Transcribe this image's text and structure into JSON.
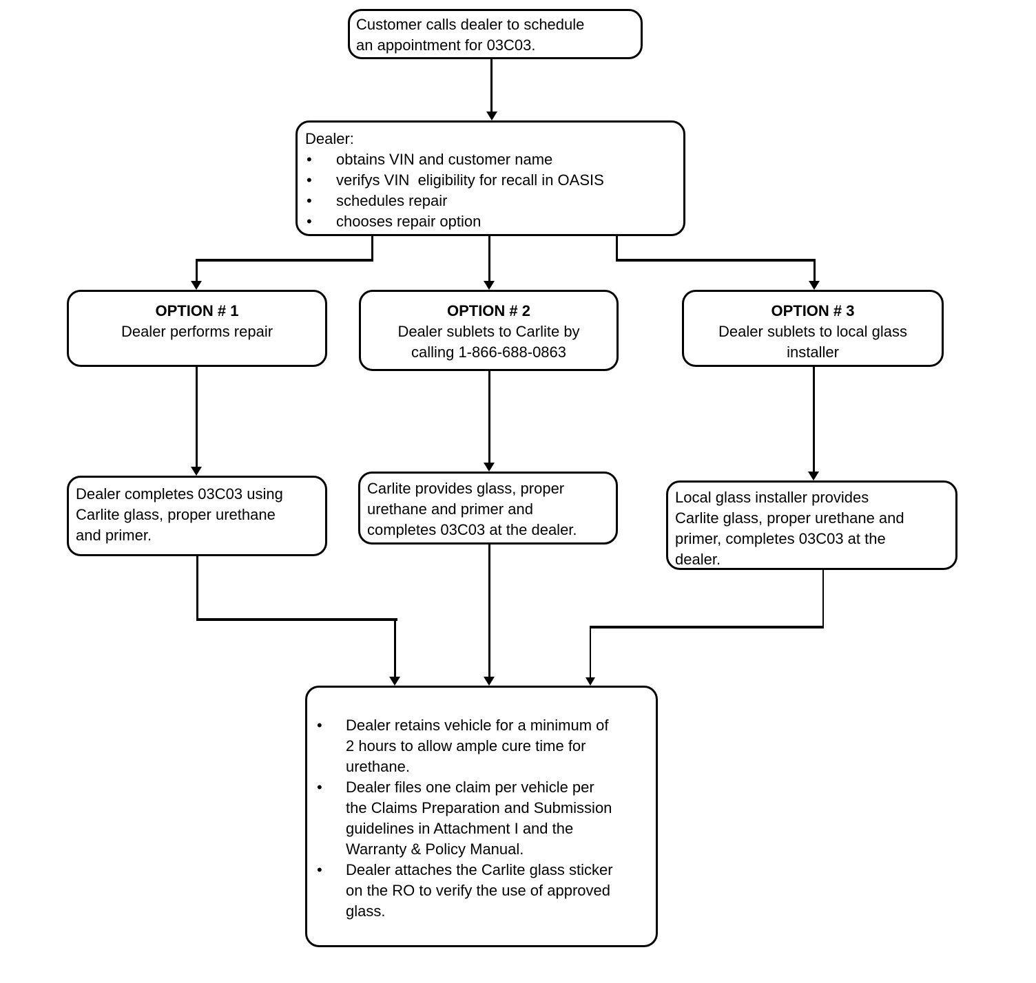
{
  "diagram": {
    "title_hint": "03C03 recall repair process flowchart",
    "colors": {
      "background": "#ffffff",
      "box_border": "#000000",
      "line": "#000000",
      "text": "#000000"
    },
    "nodes": {
      "start": {
        "text": "Customer calls dealer to schedule\nan appointment for 03C03."
      },
      "dealer": {
        "title": "Dealer:",
        "bullets": [
          "obtains VIN and customer name",
          "verifys VIN  eligibility for recall in OASIS",
          "schedules repair",
          "chooses repair option"
        ]
      },
      "option1": {
        "title": "OPTION # 1",
        "text": "Dealer performs repair"
      },
      "option2": {
        "title": "OPTION # 2",
        "text": "Dealer sublets to Carlite by\ncalling 1-866-688-0863"
      },
      "option3": {
        "title": "OPTION # 3",
        "text": "Dealer sublets to local glass\ninstaller"
      },
      "result1": {
        "text": "Dealer completes 03C03 using\nCarlite glass, proper urethane\nand primer."
      },
      "result2": {
        "text": "Carlite provides glass, proper\nurethane and primer and\ncompletes 03C03 at the dealer."
      },
      "result3": {
        "text": "Local glass installer provides\nCarlite glass, proper urethane and\nprimer, completes 03C03 at the\ndealer."
      },
      "final": {
        "bullets": [
          "Dealer retains vehicle for a minimum of\n2 hours to allow ample cure time for\nurethane.",
          "Dealer files one claim per vehicle per\nthe Claims Preparation and Submission\nguidelines in Attachment I and the\nWarranty & Policy Manual.",
          "Dealer attaches the Carlite glass sticker\non the RO to verify the use of approved\nglass."
        ]
      }
    },
    "edges": [
      {
        "from": "start",
        "to": "dealer"
      },
      {
        "from": "dealer",
        "to": "option1"
      },
      {
        "from": "dealer",
        "to": "option2"
      },
      {
        "from": "dealer",
        "to": "option3"
      },
      {
        "from": "option1",
        "to": "result1"
      },
      {
        "from": "option2",
        "to": "result2"
      },
      {
        "from": "option3",
        "to": "result3"
      },
      {
        "from": "result1",
        "to": "final"
      },
      {
        "from": "result2",
        "to": "final"
      },
      {
        "from": "result3",
        "to": "final"
      }
    ]
  }
}
